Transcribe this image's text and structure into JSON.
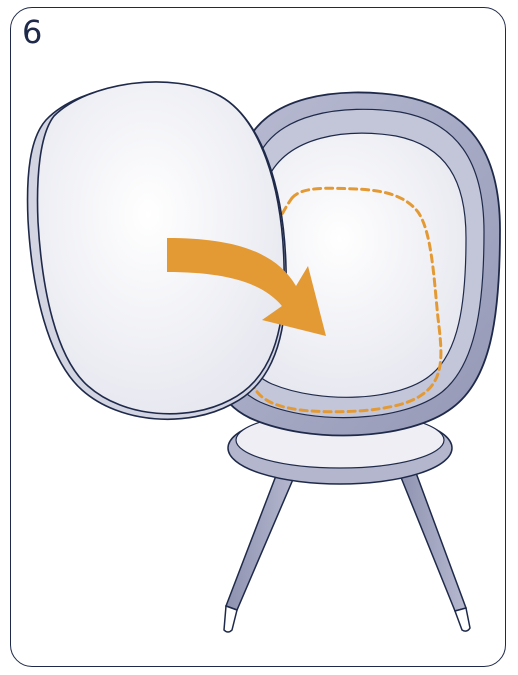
{
  "step": {
    "number": "6"
  },
  "colors": {
    "outline": "#1f2a4a",
    "arrow": "#e39a35",
    "seat_shell": "#a8abc6",
    "seat_shell_light": "#c9cbdc",
    "cushion": "#f0f0f5",
    "legs": "#9a9eb8"
  },
  "illustration": {
    "subject": "high-chair-seat-cushion-insertion",
    "icons": [
      "curved-arrow-icon",
      "dashed-placement-outline"
    ]
  }
}
